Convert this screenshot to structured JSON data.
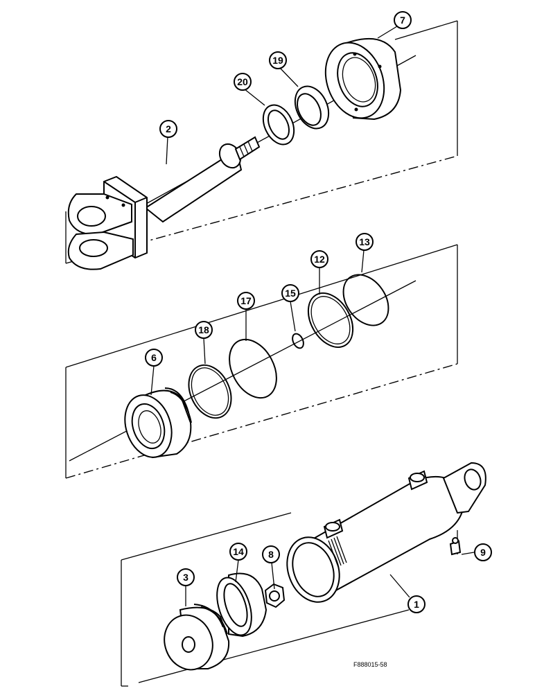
{
  "figure_ref": "F888015-58",
  "balloons": {
    "b2": "2",
    "b20": "20",
    "b19": "19",
    "b7": "7",
    "b6": "6",
    "b18": "18",
    "b17": "17",
    "b15": "15",
    "b12": "12",
    "b13": "13",
    "b3": "3",
    "b14": "14",
    "b8": "8",
    "b1": "1",
    "b9": "9"
  }
}
